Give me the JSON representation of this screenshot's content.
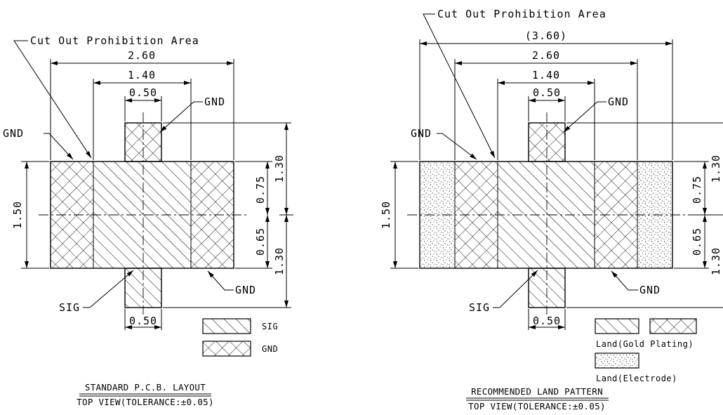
{
  "left_view": {
    "prohibition_label": "Cut Out Prohibition Area",
    "dims": {
      "w_260": "2.60",
      "w_140": "1.40",
      "w_050_top": "0.50",
      "w_050_bottom": "0.50",
      "h_150": "1.50",
      "h_130_top": "1.30",
      "h_130_bottom": "1.30",
      "h_075": "0.75",
      "h_065": "0.65"
    },
    "labels": {
      "gnd_left": "GND",
      "gnd_top": "GND",
      "gnd_bottom": "GND",
      "sig": "SIG"
    },
    "legend": {
      "sig": "SIG",
      "gnd": "GND"
    },
    "caption": {
      "line1": "STANDARD P.C.B. LAYOUT",
      "line2": "TOP VIEW(TOLERANCE:±0.05)"
    }
  },
  "right_view": {
    "prohibition_label": "Cut Out Prohibition Area",
    "dims": {
      "w_360": "(3.60)",
      "w_260": "2.60",
      "w_140": "1.40",
      "w_050_top": "0.50",
      "w_050_bottom": "0.50",
      "h_150": "1.50",
      "h_130_top": "1.30",
      "h_130_bottom": "1.30",
      "h_075": "0.75",
      "h_065": "0.65"
    },
    "labels": {
      "gnd_left": "GND",
      "gnd_top": "GND",
      "gnd_bottom": "GND",
      "sig": "SIG"
    },
    "legend": {
      "gold": "Land(Gold Plating)",
      "electrode": "Land(Electrode)"
    },
    "caption": {
      "line1": "RECOMMENDED LAND PATTERN",
      "line2": "TOP VIEW(TOLERANCE:±0.05)"
    }
  }
}
